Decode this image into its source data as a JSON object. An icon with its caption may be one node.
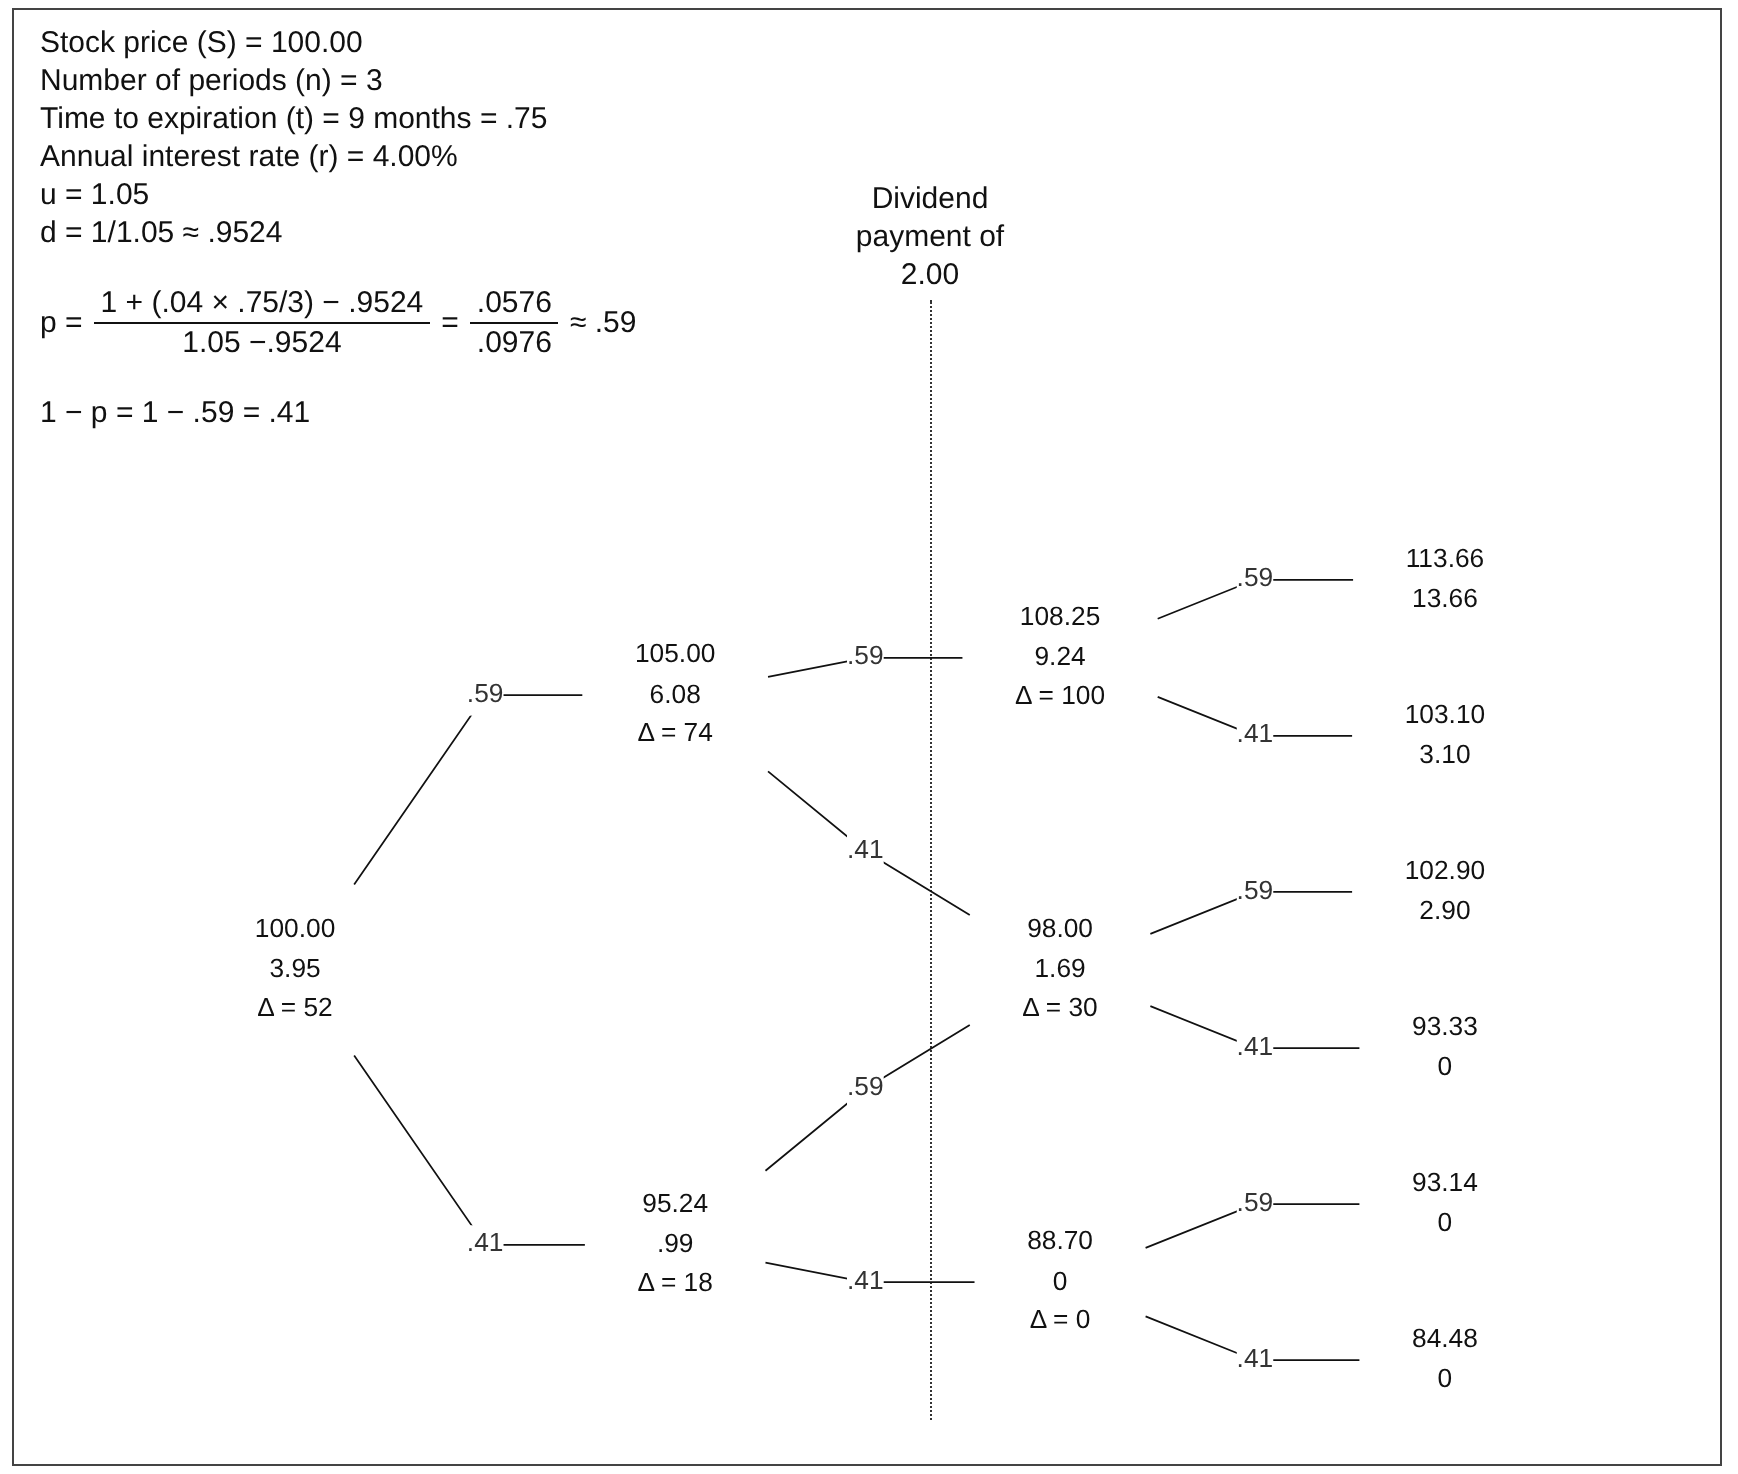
{
  "diagram": {
    "nodes": [
      {
        "text": [
          "100.00",
          "3.95",
          "Δ = 52"
        ]
      },
      {
        "text": [
          "105.00",
          "6.08",
          "Δ = 74"
        ]
      },
      {
        "text": [
          "95.24",
          ".99",
          "Δ = 18"
        ]
      },
      {
        "text": [
          "108.25",
          "9.24",
          "Δ = 100"
        ]
      },
      {
        "text": [
          "98.00",
          "1.69",
          "Δ = 30"
        ]
      },
      {
        "text": [
          "88.70",
          "0",
          "Δ = 0"
        ]
      },
      {
        "text": [
          "113.66",
          "13.66"
        ]
      },
      {
        "text": [
          "103.10",
          "3.10"
        ]
      },
      {
        "text": [
          "102.90",
          "2.90"
        ]
      },
      {
        "text": [
          "93.33",
          "0"
        ]
      },
      {
        "text": [
          "93.14",
          "0"
        ]
      },
      {
        "text": [
          "84.48",
          "0"
        ]
      }
    ],
    "edges": [
      {
        "from": 0,
        "to": 1,
        "arrow": "none",
        "label": ".59"
      },
      {
        "from": 0,
        "to": 2,
        "arrow": "none",
        "label": ".41"
      },
      {
        "from": 1,
        "to": 3,
        "arrow": "none",
        "label": ".59"
      },
      {
        "from": 1,
        "to": 4,
        "arrow": "none",
        "label": ".41"
      },
      {
        "from": 2,
        "to": 4,
        "arrow": "none",
        "label": ".59"
      },
      {
        "from": 2,
        "to": 5,
        "arrow": "none",
        "label": ".41"
      },
      {
        "from": 3,
        "to": 6,
        "arrow": "none",
        "label": ".59"
      },
      {
        "from": 3,
        "to": 7,
        "arrow": "none",
        "label": ".41"
      },
      {
        "from": 4,
        "to": 8,
        "arrow": "none",
        "label": ".59"
      },
      {
        "from": 4,
        "to": 9,
        "arrow": "none",
        "label": ".41"
      },
      {
        "from": 5,
        "to": 10,
        "arrow": "none",
        "label": ".59"
      },
      {
        "from": 5,
        "to": 11,
        "arrow": "none",
        "label": ".41"
      }
    ],
    "labels": [
      "Stock price (S) = 100.00",
      "Number of periods (n) = 3",
      "Time to expiration (t) = 9 months = .75",
      "Annual interest rate (r) = 4.00%",
      "u = 1.05",
      "d = 1/1.05 ≈ .9524",
      "p =",
      "1 + (.04 × .75/3) − .9524",
      "1.05 −.9524",
      "=",
      ".0576",
      ".0976",
      "≈ .59",
      "1 − p = 1 − .59 = .41",
      "Dividend payment of 2.00"
    ]
  }
}
